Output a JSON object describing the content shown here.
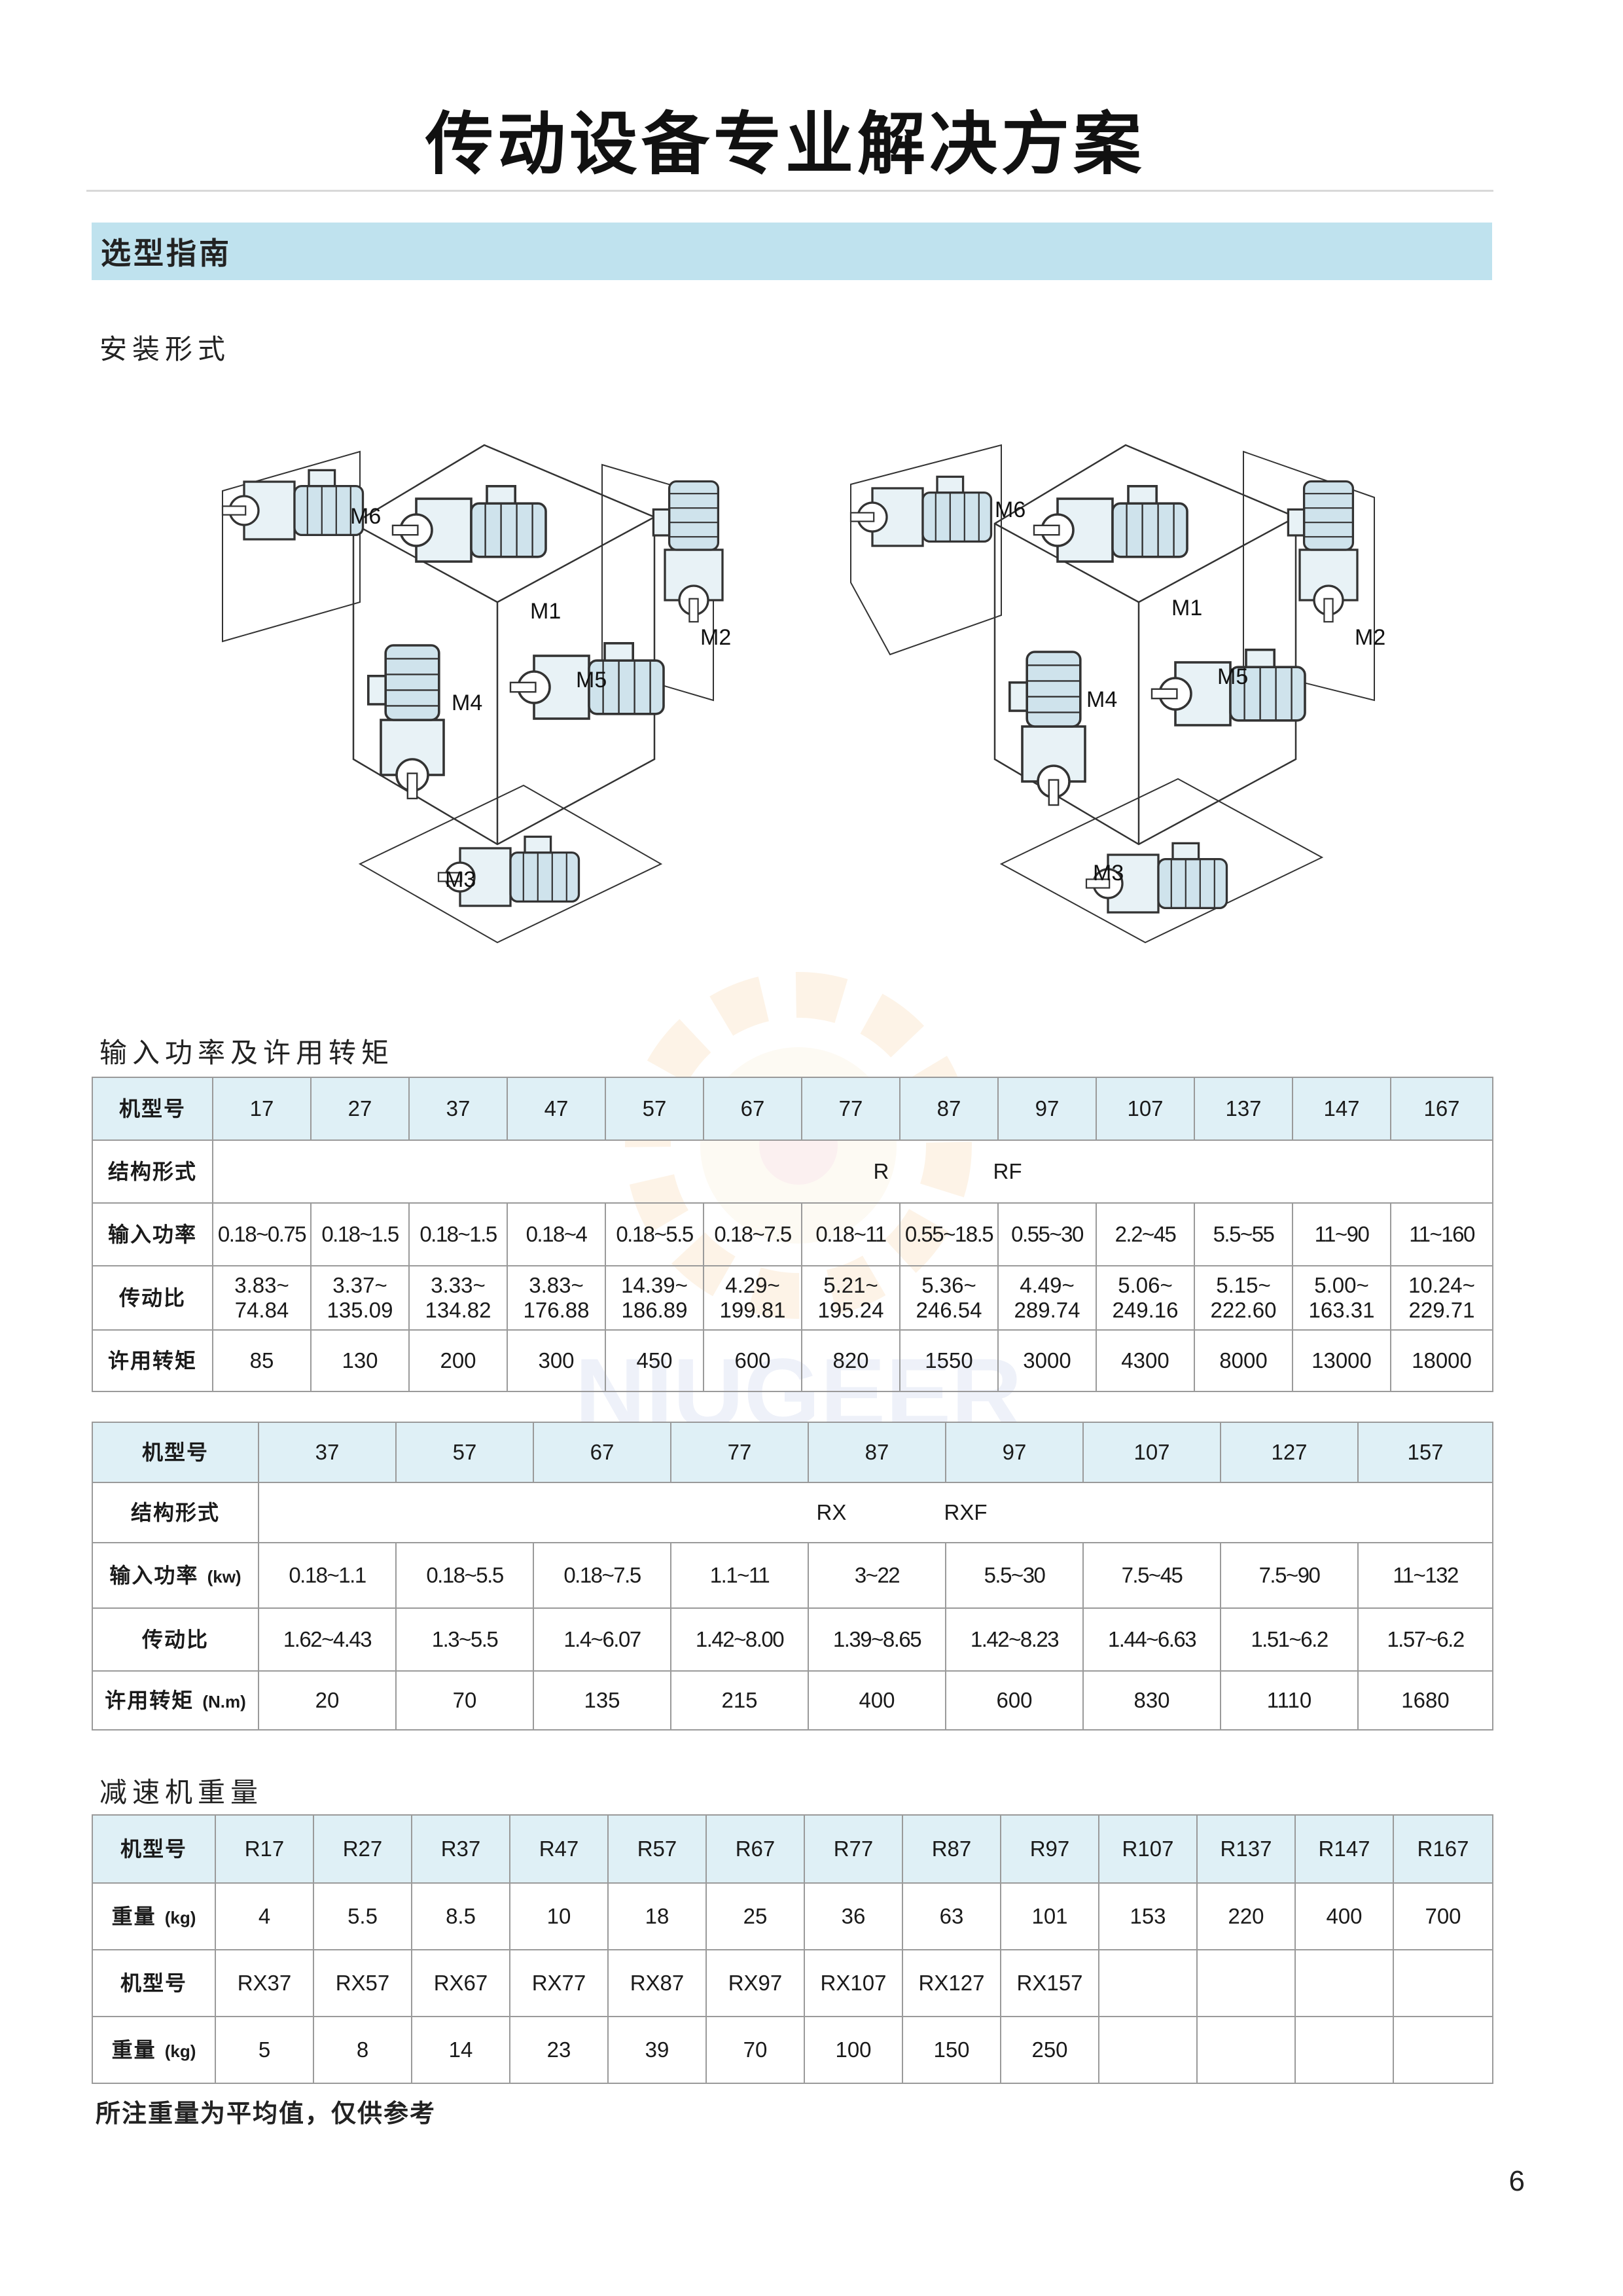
{
  "page": {
    "title": "传动设备专业解决方案",
    "section_title": "选型指南",
    "mounting_heading": "安装形式",
    "power_heading": "输入功率及许用转矩",
    "weight_heading": "减速机重量",
    "note": "所注重量为平均值，仅供参考",
    "page_number": "6",
    "watermark_text": "NIUGEER"
  },
  "mounting": {
    "labels": [
      "M1",
      "M2",
      "M3",
      "M4",
      "M5",
      "M6"
    ]
  },
  "table_r": {
    "header_label": "机型号",
    "models": [
      "17",
      "27",
      "37",
      "47",
      "57",
      "67",
      "77",
      "87",
      "97",
      "107",
      "137",
      "147",
      "167"
    ],
    "structure_label": "结构形式",
    "structure_values": [
      "R",
      "RF"
    ],
    "power_label": "输入功率",
    "power": [
      "0.18~0.75",
      "0.18~1.5",
      "0.18~1.5",
      "0.18~4",
      "0.18~5.5",
      "0.18~7.5",
      "0.18~11",
      "0.55~18.5",
      "0.55~30",
      "2.2~45",
      "5.5~55",
      "11~90",
      "11~160"
    ],
    "ratio_label": "传动比",
    "ratio_top": [
      "3.83~",
      "3.37~",
      "3.33~",
      "3.83~",
      "14.39~",
      "4.29~",
      "5.21~",
      "5.36~",
      "4.49~",
      "5.06~",
      "5.15~",
      "5.00~",
      "10.24~"
    ],
    "ratio_bottom": [
      "74.84",
      "135.09",
      "134.82",
      "176.88",
      "186.89",
      "199.81",
      "195.24",
      "246.54",
      "289.74",
      "249.16",
      "222.60",
      "163.31",
      "229.71"
    ],
    "torque_label": "许用转矩",
    "torque": [
      "85",
      "130",
      "200",
      "300",
      "450",
      "600",
      "820",
      "1550",
      "3000",
      "4300",
      "8000",
      "13000",
      "18000"
    ]
  },
  "table_rx": {
    "header_label": "机型号",
    "models": [
      "37",
      "57",
      "67",
      "77",
      "87",
      "97",
      "107",
      "127",
      "157"
    ],
    "structure_label": "结构形式",
    "structure_values": [
      "RX",
      "RXF"
    ],
    "power_label": "输入功率",
    "power_unit": "(kw)",
    "power": [
      "0.18~1.1",
      "0.18~5.5",
      "0.18~7.5",
      "1.1~11",
      "3~22",
      "5.5~30",
      "7.5~45",
      "7.5~90",
      "11~132"
    ],
    "ratio_label": "传动比",
    "ratio": [
      "1.62~4.43",
      "1.3~5.5",
      "1.4~6.07",
      "1.42~8.00",
      "1.39~8.65",
      "1.42~8.23",
      "1.44~6.63",
      "1.51~6.2",
      "1.57~6.2"
    ],
    "torque_label": "许用转矩",
    "torque_unit": "(N.m)",
    "torque": [
      "20",
      "70",
      "135",
      "215",
      "400",
      "600",
      "830",
      "1110",
      "1680"
    ]
  },
  "table_weight": {
    "model_label": "机型号",
    "weight_label": "重量",
    "weight_unit_1": "(kg)",
    "weight_unit_2": "(kg)",
    "models_r": [
      "R17",
      "R27",
      "R37",
      "R47",
      "R57",
      "R67",
      "R77",
      "R87",
      "R97",
      "R107",
      "R137",
      "R147",
      "R167"
    ],
    "weights_r": [
      "4",
      "5.5",
      "8.5",
      "10",
      "18",
      "25",
      "36",
      "63",
      "101",
      "153",
      "220",
      "400",
      "700"
    ],
    "models_rx": [
      "RX37",
      "RX57",
      "RX67",
      "RX77",
      "RX87",
      "RX97",
      "RX107",
      "RX127",
      "RX157",
      "",
      "",
      "",
      ""
    ],
    "weights_rx": [
      "5",
      "8",
      "14",
      "23",
      "39",
      "70",
      "100",
      "150",
      "250",
      "",
      "",
      "",
      ""
    ]
  },
  "colors": {
    "section_bar": "#bfe2ee",
    "table_header": "#dff0f6",
    "table_border": "#9a9a9a"
  }
}
